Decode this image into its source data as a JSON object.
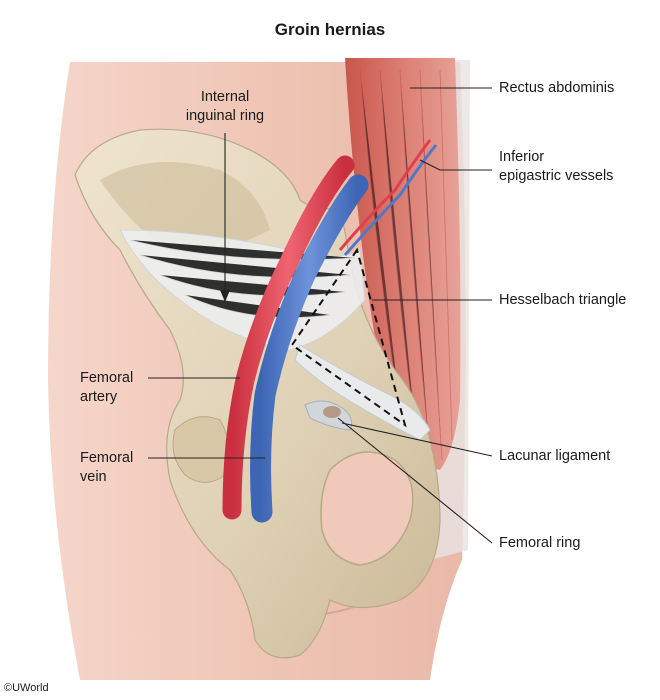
{
  "title": "Groin hernias",
  "labels": {
    "internal_inguinal_ring": [
      "Internal",
      "inguinal ring"
    ],
    "rectus_abdominis": "Rectus abdominis",
    "inferior_epigastric_vessels": [
      "Inferior",
      "epigastric vessels"
    ],
    "hesselbach_triangle": "Hesselbach triangle",
    "femoral_artery": [
      "Femoral",
      "artery"
    ],
    "femoral_vein": [
      "Femoral",
      "vein"
    ],
    "lacunar_ligament": "Lacunar ligament",
    "femoral_ring": "Femoral ring"
  },
  "copyright": "©UWorld",
  "colors": {
    "skin": "#f2cdbf",
    "bone": "#e6dac2",
    "muscle": "#d9756b",
    "artery": "#e0404e",
    "vein": "#4f79c6",
    "ligament": "#eef0f2"
  }
}
